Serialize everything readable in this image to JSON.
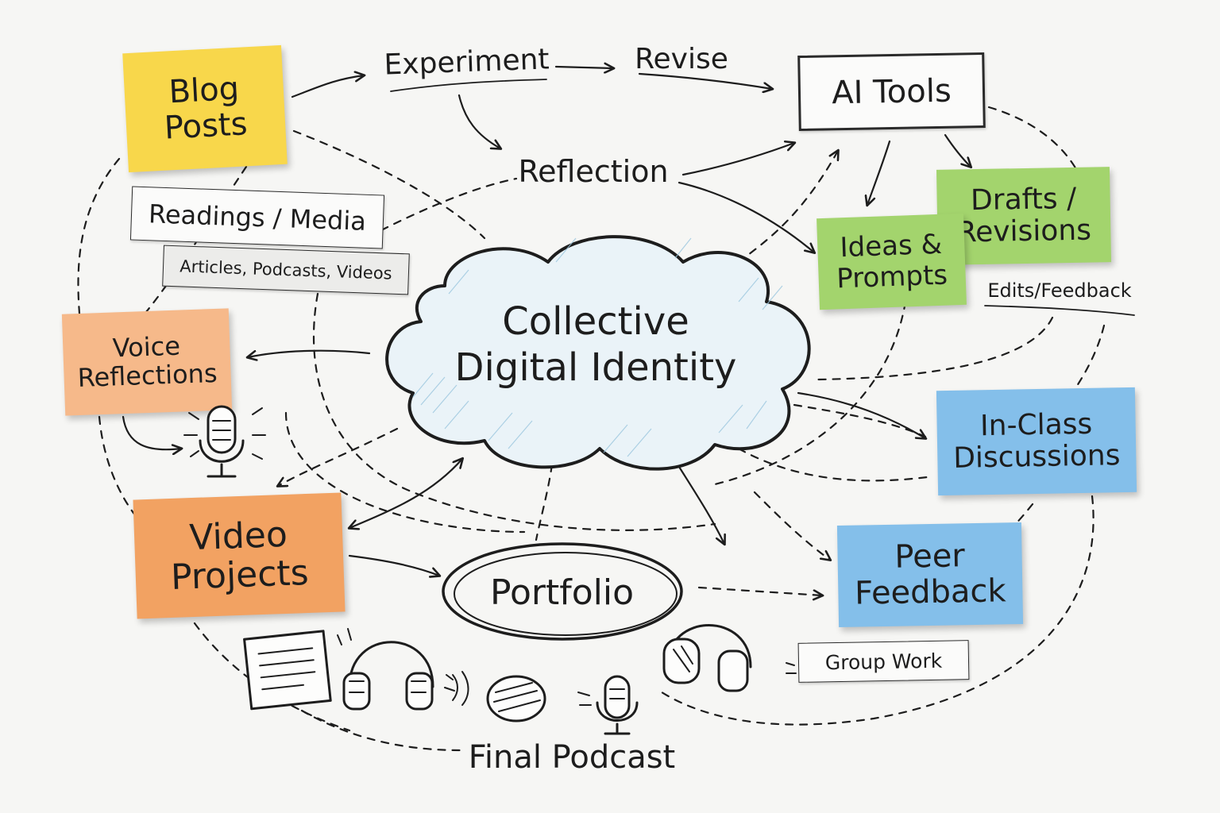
{
  "diagram": {
    "center": "Collective\nDigital Identity",
    "nodes": {
      "blog_posts": "Blog\nPosts",
      "experiment": "Experiment",
      "revise": "Revise",
      "ai_tools": "AI Tools",
      "reflection": "Reflection",
      "readings_media": "Readings / Media",
      "articles_podcasts_videos": "Articles, Podcasts, Videos",
      "ideas_prompts": "Ideas &\nPrompts",
      "drafts_revisions": "Drafts /\nRevisions",
      "edits_feedback": "Edits/Feedback",
      "voice_reflections": "Voice\nReflections",
      "in_class_discussions": "In-Class\nDiscussions",
      "video_projects": "Video\nProjects",
      "portfolio": "Portfolio",
      "peer_feedback": "Peer\nFeedback",
      "group_work": "Group Work",
      "final_podcast": "Final Podcast"
    },
    "colors": {
      "yellow_note": "#f8d74b",
      "green_note": "#a3d46d",
      "orange_note": "#f2a262",
      "light_orange_note": "#f6b98a",
      "blue_note": "#84bfea",
      "cloud_fill": "#eaf3f8",
      "ink": "#1d1d1d"
    },
    "icons": [
      "microphone-icon",
      "headphones-icon",
      "document-icon"
    ]
  }
}
